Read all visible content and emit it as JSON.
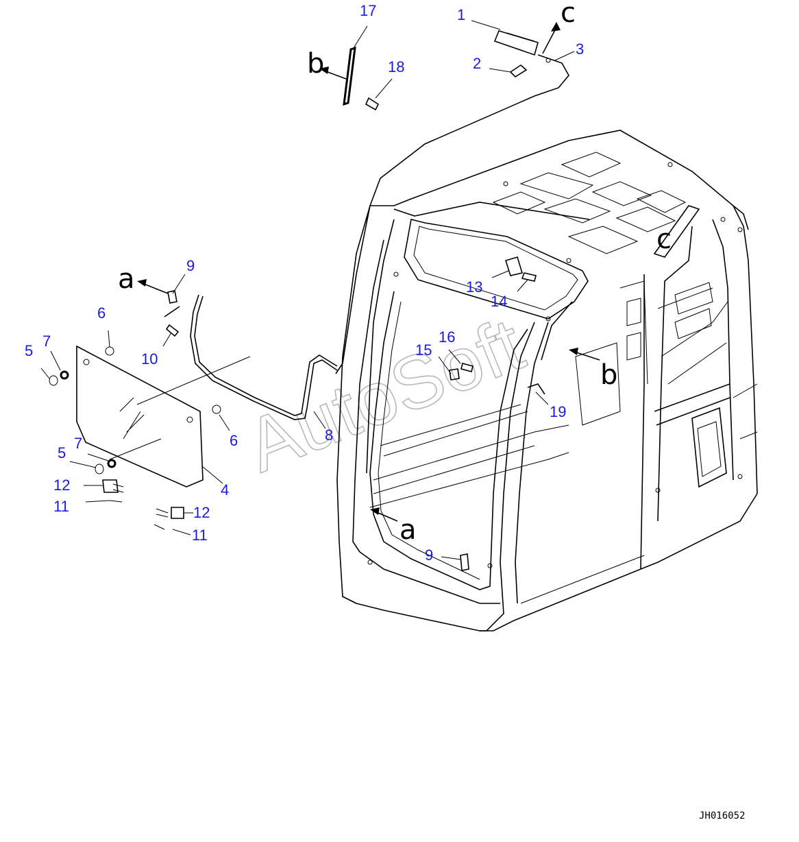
{
  "callouts": [
    {
      "label": "1"
    },
    {
      "label": "2"
    },
    {
      "label": "3"
    },
    {
      "label": "4"
    },
    {
      "label": "5"
    },
    {
      "label": "5"
    },
    {
      "label": "6"
    },
    {
      "label": "6"
    },
    {
      "label": "7"
    },
    {
      "label": "7"
    },
    {
      "label": "8"
    },
    {
      "label": "9"
    },
    {
      "label": "9"
    },
    {
      "label": "10"
    },
    {
      "label": "11"
    },
    {
      "label": "11"
    },
    {
      "label": "12"
    },
    {
      "label": "12"
    },
    {
      "label": "13"
    },
    {
      "label": "14"
    },
    {
      "label": "15"
    },
    {
      "label": "16"
    },
    {
      "label": "17"
    },
    {
      "label": "18"
    },
    {
      "label": "19"
    }
  ],
  "view_letters": {
    "a": "a",
    "b": "b",
    "c": "c"
  },
  "watermark": "AutoSoft",
  "drawing_number": "JH016052",
  "colors": {
    "callout": "#1a1adc",
    "line": "#000000",
    "watermark": "#b8b8b8",
    "background": "#ffffff"
  }
}
